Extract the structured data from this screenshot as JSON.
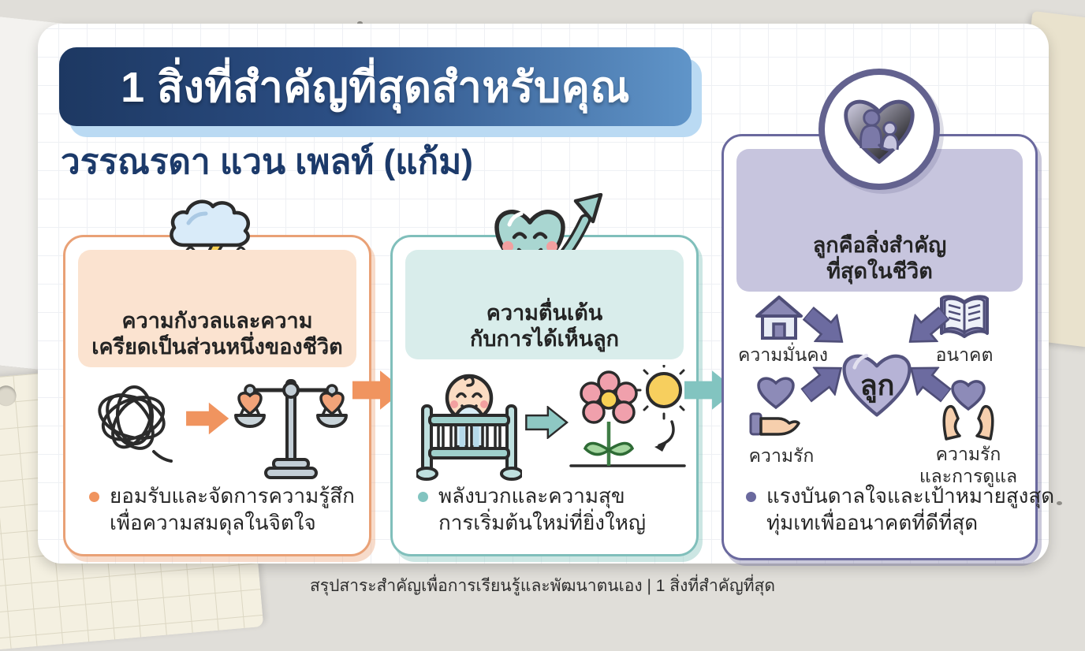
{
  "title": "1 สิ่งที่สำคัญที่สุดสำหรับคุณ",
  "subtitle": "วรรณรดา แวน เพลท์ (แก้ม)",
  "cards": [
    {
      "heading_line1": "ความกังวลและความ",
      "heading_line2": "เครียดเป็นส่วนหนึ่งของชีวิต",
      "bullet_line1": "ยอมรับและจัดการความรู้สึก",
      "bullet_line2": "เพื่อความสมดุลในจิตใจ",
      "accent": "#e9a176",
      "header_bg": "#fbe3d0",
      "icon": "storm-cloud-icon"
    },
    {
      "heading_line1": "ความตื่นเต้น",
      "heading_line2": "กับการได้เห็นลูก",
      "bullet_line1": "พลังบวกและความสุข",
      "bullet_line2": "การเริ่มต้นใหม่ที่ยิ่งใหญ่",
      "accent": "#80bfbb",
      "header_bg": "#d9edeb",
      "icon": "happy-heart-arrow-icon"
    },
    {
      "heading_line1": "ลูกคือสิ่งสำคัญ",
      "heading_line2": "ที่สุดในชีวิต",
      "bullet_line1": "แรงบันดาลใจและเป้าหมายสูงสุด",
      "bullet_line2": "ทุ่มเทเพื่ออนาคตที่ดีที่สุด",
      "accent": "#6a699e",
      "header_bg": "#c7c5de",
      "icon": "parent-child-heart-icon",
      "diagram": {
        "center": "ลูก",
        "nodes": [
          {
            "label": "ความมั่นคง",
            "icon": "house-icon"
          },
          {
            "label": "อนาคต",
            "icon": "book-icon"
          },
          {
            "label": "ความรัก",
            "icon": "hand-heart-icon"
          },
          {
            "label_line1": "ความรัก",
            "label_line2": "และการดูแล",
            "icon": "hands-holding-heart-icon"
          }
        ]
      }
    }
  ],
  "footer": "สรุปสาระสำคัญเพื่อการเรียนรู้และพัฒนาตนเอง | 1 สิ่งที่สำคัญที่สุด",
  "colors": {
    "banner_dark": "#1d3862",
    "banner_light": "#6095c9",
    "banner_shadow": "#badaf3",
    "subtitle": "#1c3a6a",
    "card1_accent": "#e9a176",
    "card2_accent": "#80bfbb",
    "card3_accent": "#6a699e",
    "background": "#e0ded9"
  }
}
